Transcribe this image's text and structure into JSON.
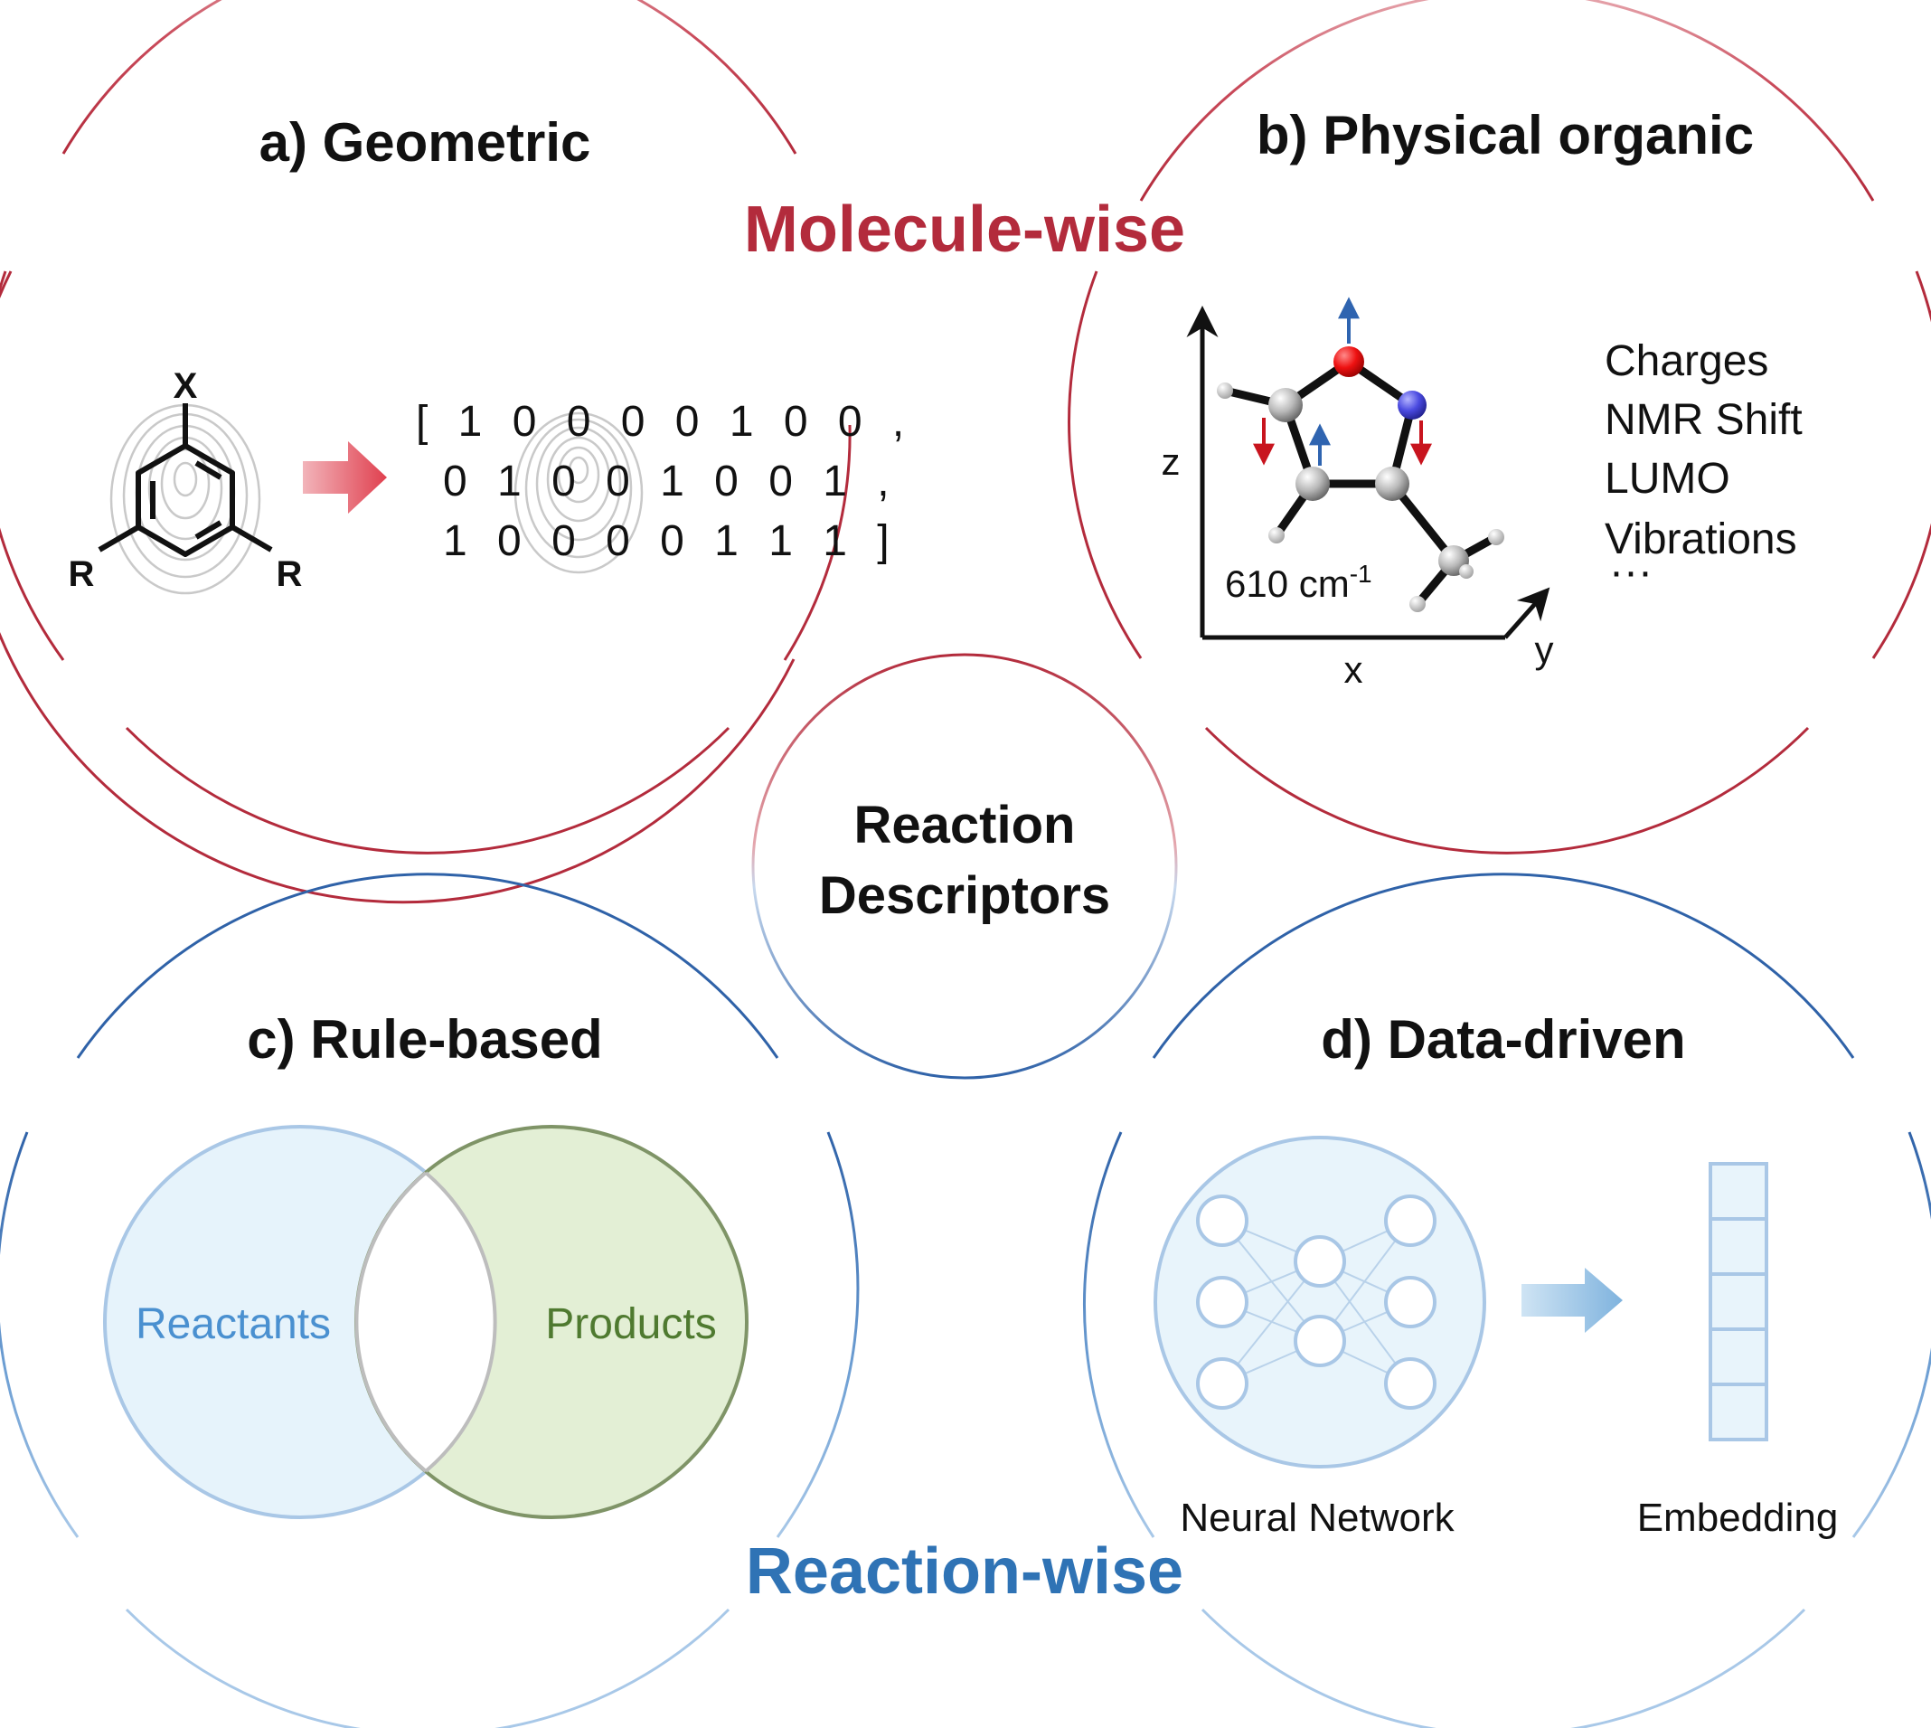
{
  "colors": {
    "molecule": "#b32b3c",
    "reaction": "#2f73b5",
    "reactants_fill": "#e6f3fb",
    "reactants_stroke": "#a9c7e6",
    "reactants_text": "#4a90d0",
    "products_fill": "#e3efd5",
    "products_stroke": "#7f9467",
    "products_text": "#4f7a30",
    "nn_stroke": "#a9c7e6",
    "nn_fill": "#e8f4fb"
  },
  "banners": {
    "molecule": "Molecule-wise",
    "reaction": "Reaction-wise"
  },
  "center": {
    "line1": "Reaction",
    "line2": "Descriptors"
  },
  "panels": {
    "a": {
      "title": "a) Geometric",
      "atoms": {
        "x": "X",
        "r_left": "R",
        "r_right": "R"
      },
      "bits": [
        "[ 1 0 0 0 0 1 0 0 ,",
        "0 1 0 0 1 0 0 1 ,",
        "1 0 0 0 0 1 1 1 ]"
      ]
    },
    "b": {
      "title": "b) Physical organic",
      "axes": {
        "z": "z",
        "x": "x",
        "y": "y"
      },
      "freq": "610 cm",
      "freq_sup": "-1",
      "properties": [
        "Charges",
        "NMR Shift",
        "LUMO",
        "Vibrations",
        "···"
      ]
    },
    "c": {
      "title": "c) Rule-based",
      "reactants": "Reactants",
      "products": "Products"
    },
    "d": {
      "title": "d) Data-driven",
      "nn": "Neural Network",
      "embedding": "Embedding"
    }
  }
}
